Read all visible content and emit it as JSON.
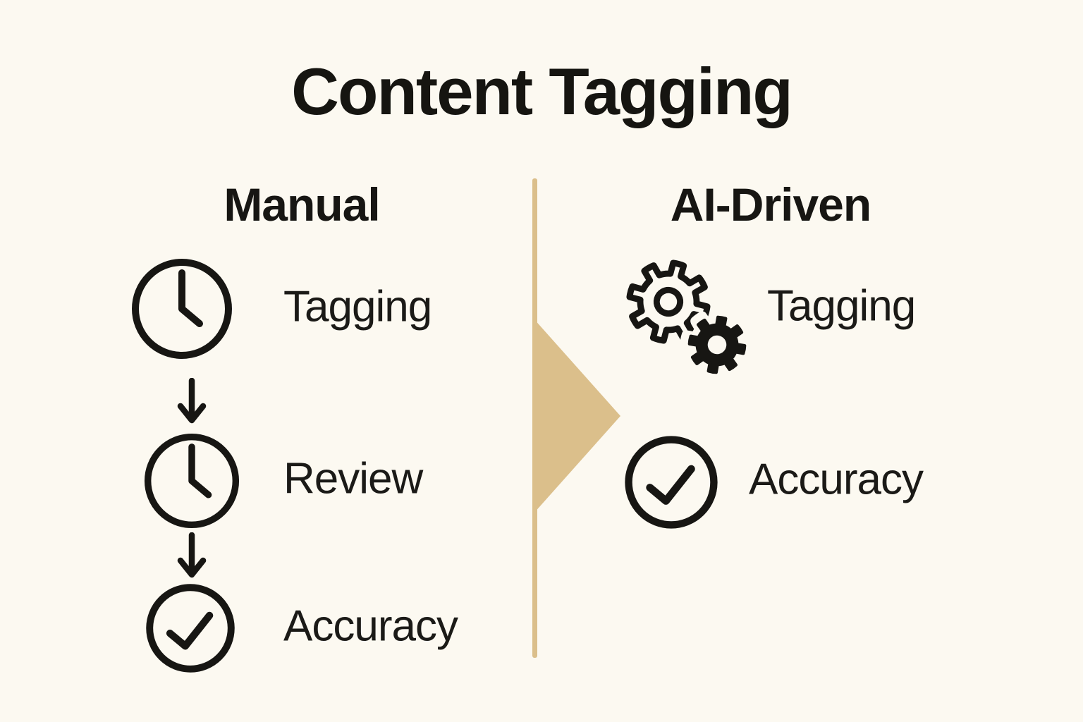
{
  "title": "Content Tagging",
  "colors": {
    "background": "#FCF9F1",
    "ink": "#171613",
    "accent_tan": "#DBBF8B"
  },
  "divider": {
    "shape": "vertical-line-with-right-pointing-triangle",
    "color": "#DBBF8B"
  },
  "manual": {
    "header": "Manual",
    "connector_icon": "arrow-down-icon",
    "steps": [
      {
        "icon": "clock-icon",
        "label": "Tagging"
      },
      {
        "icon": "clock-icon",
        "label": "Review"
      },
      {
        "icon": "check-circle-icon",
        "label": "Accuracy"
      }
    ]
  },
  "ai_driven": {
    "header": "AI-Driven",
    "steps": [
      {
        "icon": "gears-icon",
        "label": "Tagging"
      },
      {
        "icon": "check-circle-icon",
        "label": "Accuracy"
      }
    ]
  }
}
